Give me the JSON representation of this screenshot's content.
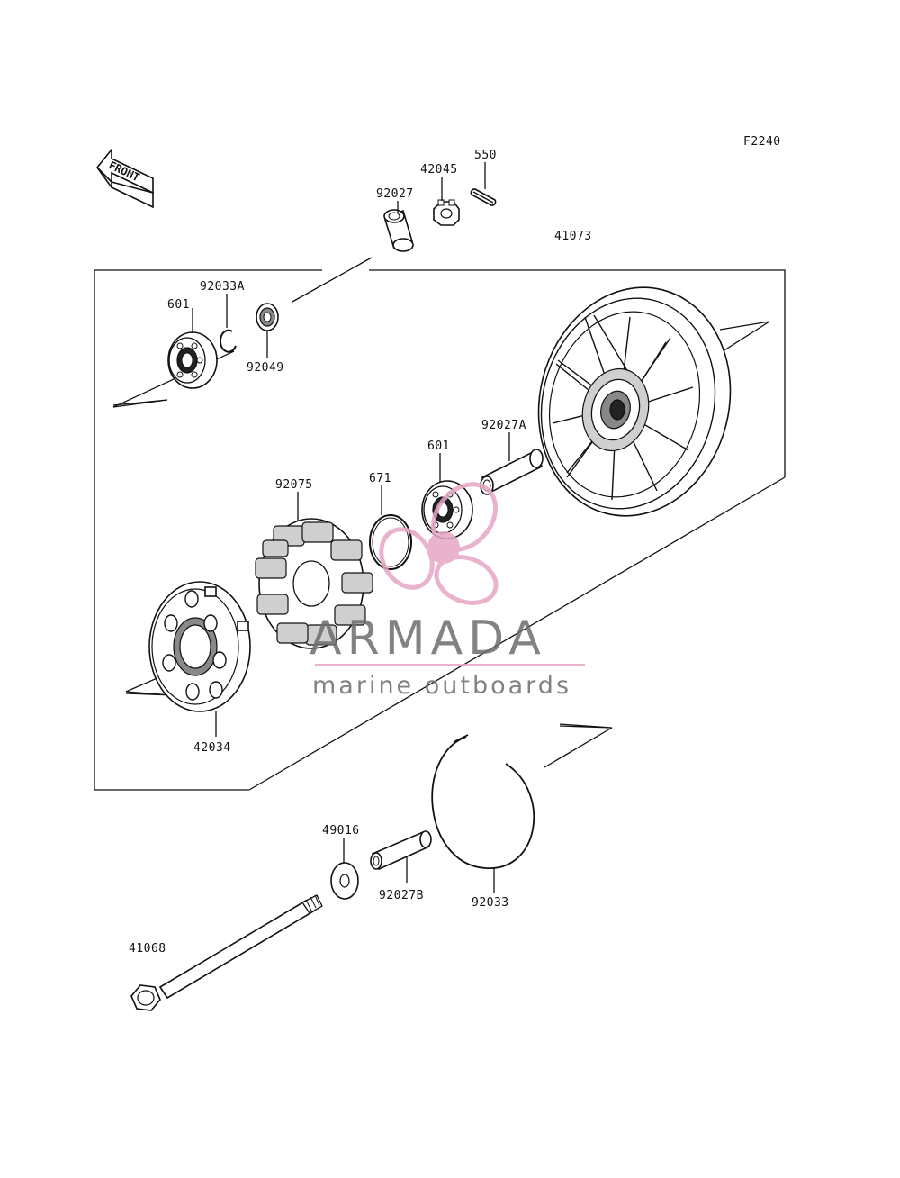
{
  "diagram_code": "F2240",
  "front_marker": "FRONT",
  "watermark": {
    "brand": "ARMADA",
    "tagline": "marine outboards",
    "logo_color": "#e6a6c6",
    "text_color": "#6d6d6d"
  },
  "parts": {
    "p550": "550",
    "p42045": "42045",
    "p92027": "92027",
    "p41073": "41073",
    "p92033A": "92033A",
    "p601_left": "601",
    "p92049": "92049",
    "p92027A": "92027A",
    "p601_center": "601",
    "p671": "671",
    "p92075": "92075",
    "p42034": "42034",
    "p49016": "49016",
    "p92027B": "92027B",
    "p92033": "92033",
    "p41068": "41068"
  }
}
